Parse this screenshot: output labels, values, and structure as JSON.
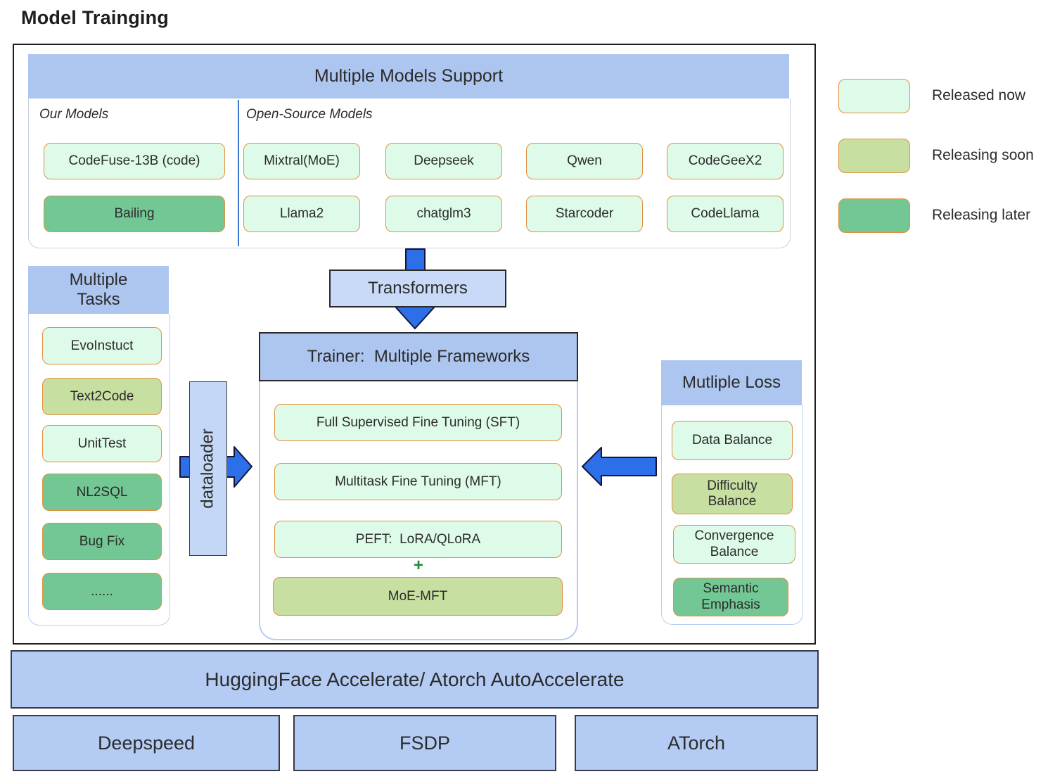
{
  "title": "Model Trainging",
  "colors": {
    "released_now": "#ddfbe8",
    "releasing_soon": "#c8dfa2",
    "releasing_later": "#73c795",
    "status_box_border": "#e2903f",
    "header_blue": "#adc6f0",
    "process_box_blue": "#c9daf8",
    "infra_bar_blue": "#b4ccf4",
    "arrow_blue": "#2c6fe9",
    "plus_green": "#1e8a3c"
  },
  "legend": {
    "items": [
      {
        "label": "Released now",
        "status": "now"
      },
      {
        "label": "Releasing soon",
        "status": "soon"
      },
      {
        "label": "Releasing later",
        "status": "later"
      }
    ]
  },
  "models_support": {
    "title": "Multiple Models Support",
    "our_models_label": "Our Models",
    "open_source_label": "Open-Source Models",
    "our_models": [
      {
        "label": "CodeFuse-13B (code)",
        "status": "now"
      },
      {
        "label": "Bailing",
        "status": "later"
      }
    ],
    "open_source": [
      {
        "label": "Mixtral(MoE)",
        "status": "now"
      },
      {
        "label": "Deepseek",
        "status": "now"
      },
      {
        "label": "Qwen",
        "status": "now"
      },
      {
        "label": "CodeGeeX2",
        "status": "now"
      },
      {
        "label": "Llama2",
        "status": "now"
      },
      {
        "label": "chatglm3",
        "status": "now"
      },
      {
        "label": "Starcoder",
        "status": "now"
      },
      {
        "label": "CodeLlama",
        "status": "now"
      }
    ]
  },
  "tasks": {
    "title": "Multiple\nTasks",
    "items": [
      {
        "label": "EvoInstuct",
        "status": "now"
      },
      {
        "label": "Text2Code",
        "status": "soon"
      },
      {
        "label": "UnitTest",
        "status": "now"
      },
      {
        "label": "NL2SQL",
        "status": "later"
      },
      {
        "label": "Bug Fix",
        "status": "later"
      },
      {
        "label": "......",
        "status": "later"
      }
    ]
  },
  "dataloader_label": "dataloader",
  "transformers_label": "Transformers",
  "trainer": {
    "title": "Trainer:  Multiple Frameworks",
    "items": [
      {
        "label": "Full Supervised Fine Tuning (SFT)",
        "status": "now"
      },
      {
        "label": "Multitask Fine Tuning (MFT)",
        "status": "now"
      },
      {
        "label": "PEFT:  LoRA/QLoRA",
        "status": "now"
      }
    ],
    "plus": "+",
    "moe": {
      "label": "MoE-MFT",
      "status": "soon"
    }
  },
  "loss": {
    "title": "Mutliple Loss",
    "items": [
      {
        "label": "Data Balance",
        "status": "now"
      },
      {
        "label": "Difficulty\nBalance",
        "status": "soon"
      },
      {
        "label": "Convergence\nBalance",
        "status": "now"
      },
      {
        "label": "Semantic\nEmphasis",
        "status": "later"
      }
    ]
  },
  "infrastructure": {
    "accelerate_label": "HuggingFace Accelerate/ Atorch AutoAccelerate",
    "backends": [
      {
        "label": "Deepspeed"
      },
      {
        "label": "FSDP"
      },
      {
        "label": "ATorch"
      }
    ]
  }
}
